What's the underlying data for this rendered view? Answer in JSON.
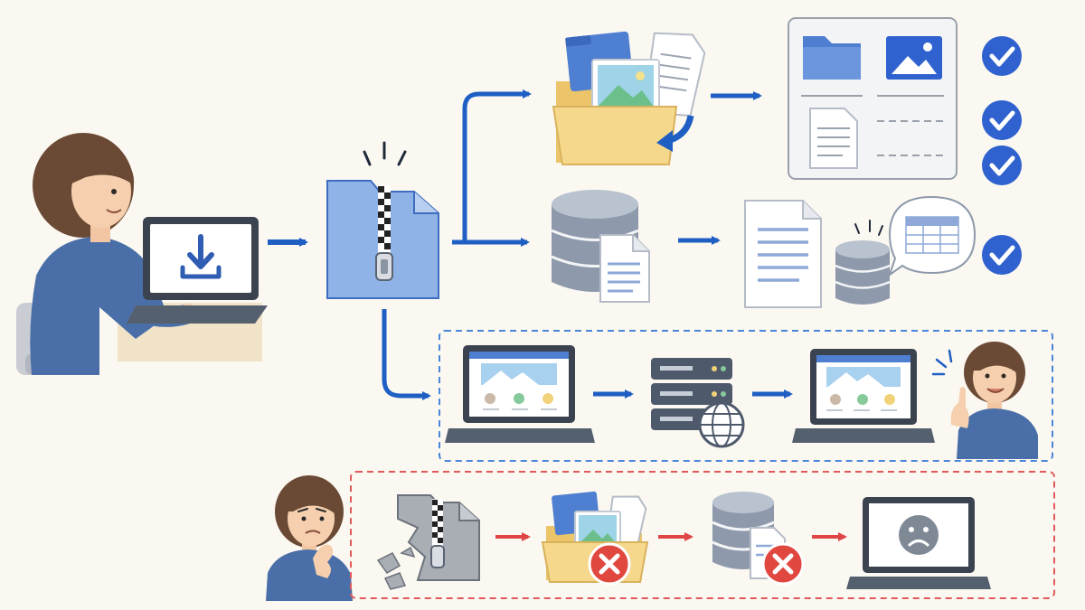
{
  "colors": {
    "background": "#fbf8f1",
    "flow_arrow": "#1f5fc4",
    "error_arrow": "#e04545",
    "success_badge": "#2f62cf",
    "error_badge": "#e0473f",
    "archive_blue": "#8fb3e6",
    "broken_archive_gray": "#a9adb4",
    "folder_yellow": "#f6d88c",
    "database_gray": "#9aa5b6",
    "laptop_dark": "#3b4350",
    "shirt_blue": "#4a6fa8",
    "hair_brown": "#6b4a35",
    "deploy_frame": "#4a86d8",
    "failure_frame": "#e05a5a"
  },
  "icons": {
    "user": "person-at-laptop",
    "download": "download-icon",
    "archive": "zip-archive-icon",
    "extract": "folder-extract-icon",
    "organized": "organized-files-panel",
    "database": "database-icon",
    "document": "document-icon",
    "data_table": "data-table-bubble",
    "website": "website-laptop-icon",
    "server": "server-globe-icon",
    "happy_user": "happy-user-pointing",
    "worried_user": "worried-user",
    "broken_archive": "broken-zip-icon",
    "error": "error-x-icon",
    "success": "check-icon",
    "sad_screen": "sad-face-laptop"
  },
  "flow": {
    "success_checks": 4,
    "error_marks": 2
  }
}
